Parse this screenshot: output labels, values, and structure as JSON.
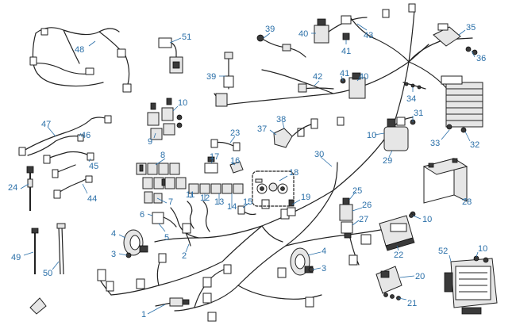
{
  "callouts": [
    "1",
    "2",
    "3",
    "3",
    "4",
    "4",
    "5",
    "6",
    "7",
    "8",
    "9",
    "10",
    "10",
    "10",
    "10",
    "11",
    "12",
    "13",
    "14",
    "15",
    "16",
    "17",
    "18",
    "19",
    "20",
    "21",
    "22",
    "23",
    "24",
    "25",
    "26",
    "27",
    "28",
    "29",
    "30",
    "31",
    "32",
    "33",
    "34",
    "35",
    "36",
    "37",
    "38",
    "39",
    "39",
    "40",
    "40",
    "41",
    "41",
    "42",
    "43",
    "44",
    "45",
    "46",
    "47",
    "48",
    "49",
    "50",
    "51",
    "52"
  ]
}
